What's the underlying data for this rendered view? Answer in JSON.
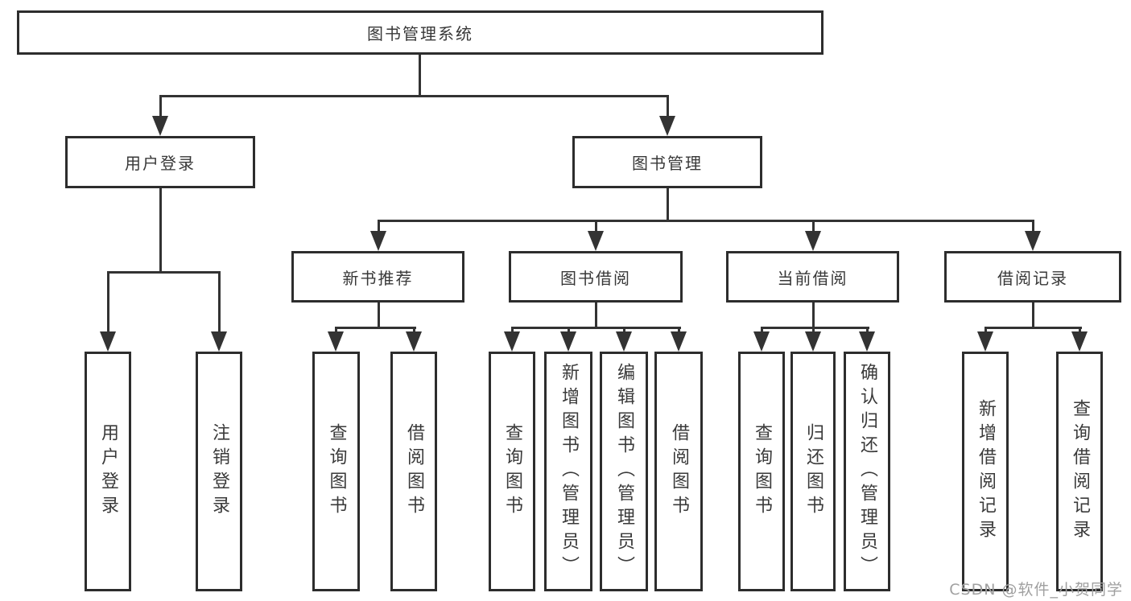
{
  "diagram_title": "图书管理系统",
  "colors": {
    "line": "#333333",
    "border": "#2d2d2d",
    "text": "#383838",
    "watermark": "#a0a0a0",
    "background": "#ffffff"
  },
  "tree": {
    "root": {
      "label": "图书管理系统"
    },
    "level2": [
      {
        "label": "用户登录"
      },
      {
        "label": "图书管理"
      }
    ],
    "level3": [
      {
        "label": "新书推荐"
      },
      {
        "label": "图书借阅"
      },
      {
        "label": "当前借阅"
      },
      {
        "label": "借阅记录"
      }
    ],
    "leaves": {
      "user_login": [
        {
          "label": "用户登录"
        },
        {
          "label": "注销登录"
        }
      ],
      "new_books": [
        {
          "label": "查询图书"
        },
        {
          "label": "借阅图书"
        }
      ],
      "book_borrow": [
        {
          "label": "查询图书"
        },
        {
          "label": "新增图书（管理员）"
        },
        {
          "label": "编辑图书（管理员）"
        },
        {
          "label": "借阅图书"
        }
      ],
      "current_borrow": [
        {
          "label": "查询图书"
        },
        {
          "label": "归还图书"
        },
        {
          "label": "确认归还（管理员）"
        }
      ],
      "borrow_records": [
        {
          "label": "新增借阅记录"
        },
        {
          "label": "查询借阅记录"
        }
      ]
    }
  },
  "watermark": {
    "text": "CSDN @软件_小贺同学"
  }
}
